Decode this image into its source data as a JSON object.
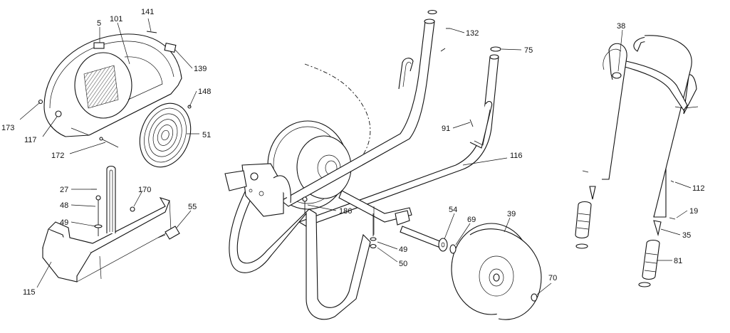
{
  "labels": [
    {
      "id": "p5",
      "text": "5"
    },
    {
      "id": "p101",
      "text": "101"
    },
    {
      "id": "p141",
      "text": "141"
    },
    {
      "id": "p139",
      "text": "139"
    },
    {
      "id": "p148",
      "text": "148"
    },
    {
      "id": "p51",
      "text": "51"
    },
    {
      "id": "p173",
      "text": "173"
    },
    {
      "id": "p117",
      "text": "117"
    },
    {
      "id": "p172",
      "text": "172"
    },
    {
      "id": "p27",
      "text": "27"
    },
    {
      "id": "p170",
      "text": "170"
    },
    {
      "id": "p48",
      "text": "48"
    },
    {
      "id": "p49a",
      "text": "49"
    },
    {
      "id": "p55",
      "text": "55"
    },
    {
      "id": "p115",
      "text": "115"
    },
    {
      "id": "p132",
      "text": "132"
    },
    {
      "id": "p75",
      "text": "75"
    },
    {
      "id": "p91",
      "text": "91"
    },
    {
      "id": "p116",
      "text": "116"
    },
    {
      "id": "p186",
      "text": "186"
    },
    {
      "id": "p54",
      "text": "54"
    },
    {
      "id": "p69",
      "text": "69"
    },
    {
      "id": "p39",
      "text": "39"
    },
    {
      "id": "p49b",
      "text": "49"
    },
    {
      "id": "p50",
      "text": "50"
    },
    {
      "id": "p70",
      "text": "70"
    },
    {
      "id": "p38",
      "text": "38"
    },
    {
      "id": "p112",
      "text": "112"
    },
    {
      "id": "p19",
      "text": "19"
    },
    {
      "id": "p35",
      "text": "35"
    },
    {
      "id": "p81",
      "text": "81"
    }
  ]
}
